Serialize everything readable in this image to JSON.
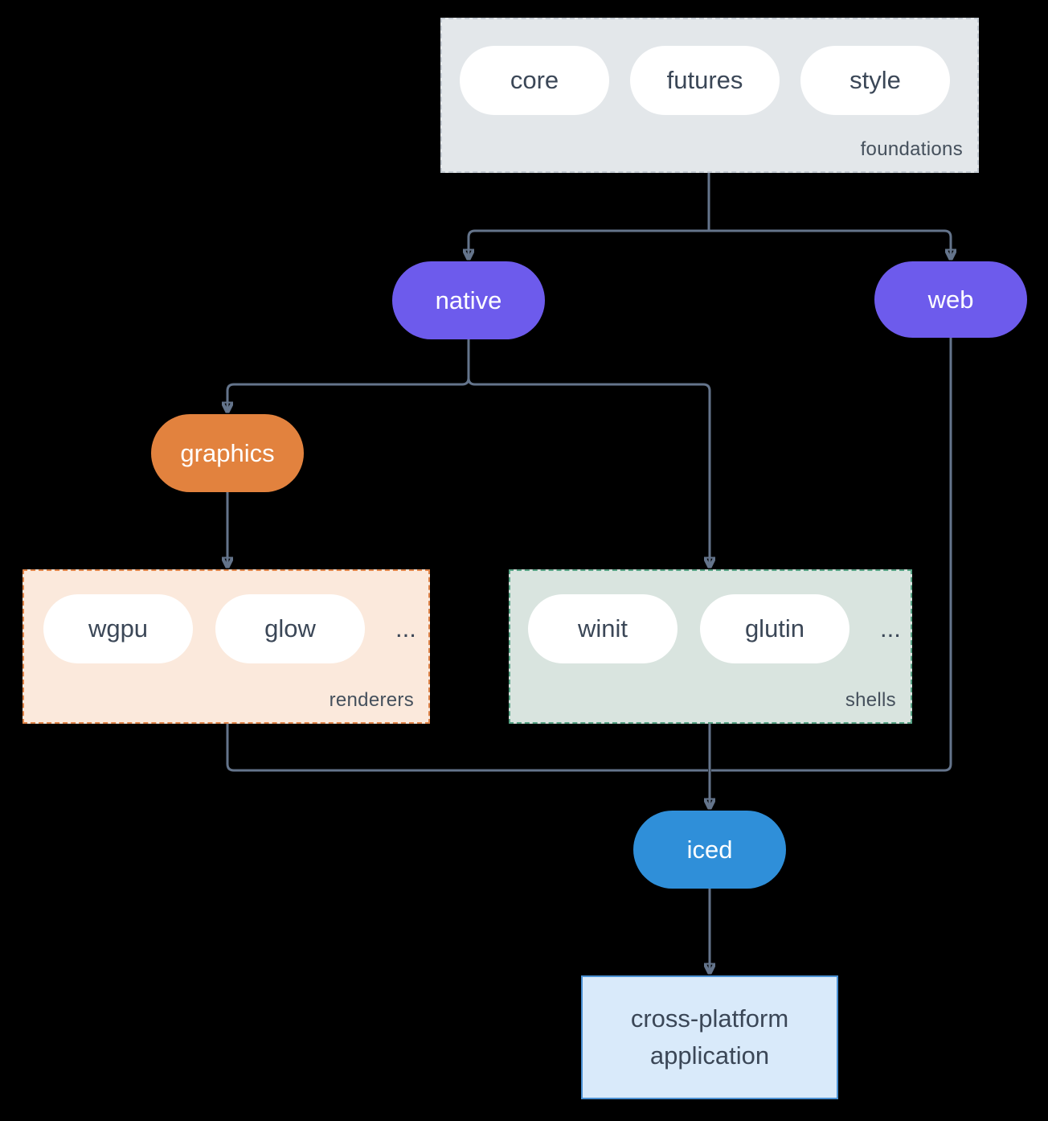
{
  "colors": {
    "background": "#000000",
    "connector": "#64748b",
    "foundations_fill": "#e3e7ea",
    "foundations_border": "#c3cad2",
    "renderers_fill": "#fbe9dc",
    "renderers_border": "#df8449",
    "shells_fill": "#d9e4df",
    "shells_border": "#57a284",
    "native_web_fill": "#6d5bec",
    "graphics_fill": "#e2823e",
    "iced_fill": "#2f8fd9",
    "application_fill": "#d9eafa",
    "application_border": "#4a90d2",
    "pill_fill": "#ffffff",
    "text_dark": "#3b4757",
    "text_light": "#ffffff"
  },
  "foundations": {
    "label": "foundations",
    "pills": [
      "core",
      "futures",
      "style"
    ]
  },
  "native": {
    "label": "native"
  },
  "web": {
    "label": "web"
  },
  "graphics": {
    "label": "graphics"
  },
  "renderers": {
    "label": "renderers",
    "pills": [
      "wgpu",
      "glow"
    ],
    "more": "..."
  },
  "shells": {
    "label": "shells",
    "pills": [
      "winit",
      "glutin"
    ],
    "more": "..."
  },
  "iced": {
    "label": "iced"
  },
  "application": {
    "label": "cross-platform application"
  }
}
